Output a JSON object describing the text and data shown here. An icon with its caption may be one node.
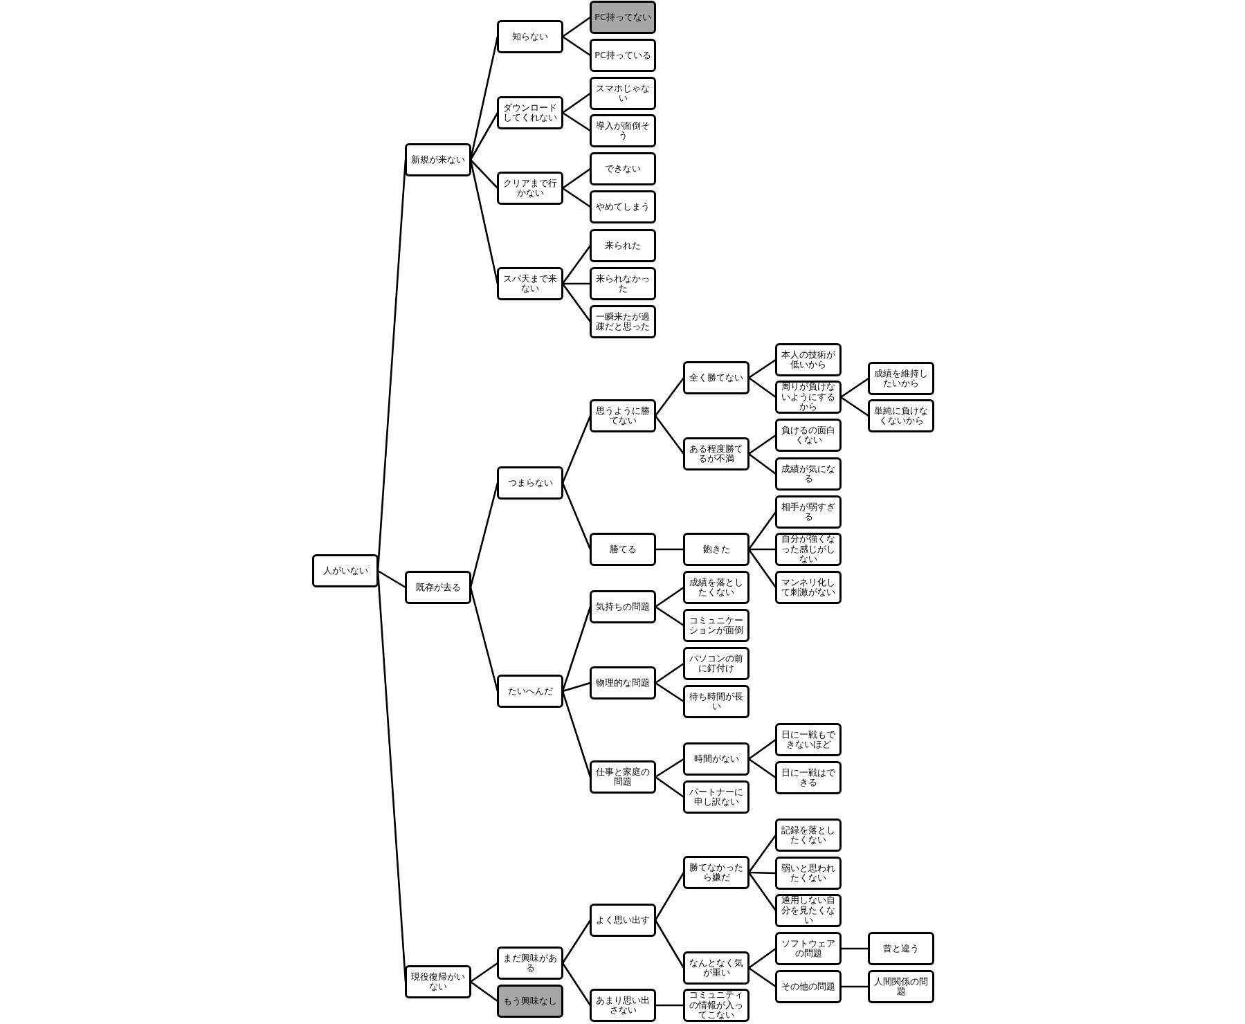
{
  "diagram": {
    "nodes": [
      {
        "text": [
          "人がいない"
        ]
      },
      {
        "text": [
          "新規が来ない"
        ]
      },
      {
        "text": [
          "知らない"
        ]
      },
      {
        "text": [
          "PC持ってない"
        ]
      },
      {
        "text": [
          "PC持っている"
        ]
      },
      {
        "text": [
          "ダウンロードしてくれない"
        ]
      },
      {
        "text": [
          "スマホじゃない"
        ]
      },
      {
        "text": [
          "導入が面倒そう"
        ]
      },
      {
        "text": [
          "クリアまで行かない"
        ]
      },
      {
        "text": [
          "できない"
        ]
      },
      {
        "text": [
          "やめてしまう"
        ]
      },
      {
        "text": [
          "スパ天まで来ない"
        ]
      },
      {
        "text": [
          "来られた"
        ]
      },
      {
        "text": [
          "来られなかった"
        ]
      },
      {
        "text": [
          "一瞬来たが過疎だと思った"
        ]
      },
      {
        "text": [
          "既存が去る"
        ]
      },
      {
        "text": [
          "つまらない"
        ]
      },
      {
        "text": [
          "思うように勝てない"
        ]
      },
      {
        "text": [
          "全く勝てない"
        ]
      },
      {
        "text": [
          "本人の技術が低いから"
        ]
      },
      {
        "text": [
          "周りが負けないようにするから"
        ]
      },
      {
        "text": [
          "成績を維持したいから"
        ]
      },
      {
        "text": [
          "単純に負けなくないから"
        ]
      },
      {
        "text": [
          "ある程度勝てるが不満"
        ]
      },
      {
        "text": [
          "負けるの面白くない"
        ]
      },
      {
        "text": [
          "成績が気になる"
        ]
      },
      {
        "text": [
          "勝てる"
        ]
      },
      {
        "text": [
          "飽きた"
        ]
      },
      {
        "text": [
          "相手が弱すぎる"
        ]
      },
      {
        "text": [
          "自分が強くなった感じがしない"
        ]
      },
      {
        "text": [
          "マンネリ化して刺激がない"
        ]
      },
      {
        "text": [
          "たいへんだ"
        ]
      },
      {
        "text": [
          "気持ちの問題"
        ]
      },
      {
        "text": [
          "成績を落としたくない"
        ]
      },
      {
        "text": [
          "コミュニケーションが面倒"
        ]
      },
      {
        "text": [
          "物理的な問題"
        ]
      },
      {
        "text": [
          "パソコンの前に釘付け"
        ]
      },
      {
        "text": [
          "待ち時間が長い"
        ]
      },
      {
        "text": [
          "仕事と家庭の問題"
        ]
      },
      {
        "text": [
          "時間がない"
        ]
      },
      {
        "text": [
          "日に一戦もできないほど"
        ]
      },
      {
        "text": [
          "日に一戦はできる"
        ]
      },
      {
        "text": [
          "パートナーに申し訳ない"
        ]
      },
      {
        "text": [
          "現役復帰がいない"
        ]
      },
      {
        "text": [
          "まだ興味がある"
        ]
      },
      {
        "text": [
          "よく思い出す"
        ]
      },
      {
        "text": [
          "勝てなかったら嫌だ"
        ]
      },
      {
        "text": [
          "記録を落としたくない"
        ]
      },
      {
        "text": [
          "弱いと思われたくない"
        ]
      },
      {
        "text": [
          "通用しない自分を見たくない"
        ]
      },
      {
        "text": [
          "なんとなく気が重い"
        ]
      },
      {
        "text": [
          "ソフトウェアの問題"
        ]
      },
      {
        "text": [
          "昔と違う"
        ]
      },
      {
        "text": [
          "その他の問題"
        ]
      },
      {
        "text": [
          "人間関係の問題"
        ]
      },
      {
        "text": [
          "あまり思い出さない"
        ]
      },
      {
        "text": [
          "コミュニティの情報が入ってこない"
        ]
      },
      {
        "text": [
          "もう興味なし"
        ]
      }
    ],
    "edges": [
      {
        "from": 0,
        "to": 1,
        "arrow": "none"
      },
      {
        "from": 1,
        "to": 2,
        "arrow": "none"
      },
      {
        "from": 2,
        "to": 3,
        "arrow": "none"
      },
      {
        "from": 2,
        "to": 4,
        "arrow": "none"
      },
      {
        "from": 1,
        "to": 5,
        "arrow": "none"
      },
      {
        "from": 5,
        "to": 6,
        "arrow": "none"
      },
      {
        "from": 5,
        "to": 7,
        "arrow": "none"
      },
      {
        "from": 1,
        "to": 8,
        "arrow": "none"
      },
      {
        "from": 8,
        "to": 9,
        "arrow": "none"
      },
      {
        "from": 8,
        "to": 10,
        "arrow": "none"
      },
      {
        "from": 1,
        "to": 11,
        "arrow": "none"
      },
      {
        "from": 11,
        "to": 12,
        "arrow": "none"
      },
      {
        "from": 11,
        "to": 13,
        "arrow": "none"
      },
      {
        "from": 11,
        "to": 14,
        "arrow": "none"
      },
      {
        "from": 0,
        "to": 15,
        "arrow": "none"
      },
      {
        "from": 15,
        "to": 16,
        "arrow": "none"
      },
      {
        "from": 16,
        "to": 17,
        "arrow": "none"
      },
      {
        "from": 17,
        "to": 18,
        "arrow": "none"
      },
      {
        "from": 18,
        "to": 19,
        "arrow": "none"
      },
      {
        "from": 18,
        "to": 20,
        "arrow": "none"
      },
      {
        "from": 20,
        "to": 21,
        "arrow": "none"
      },
      {
        "from": 20,
        "to": 22,
        "arrow": "none"
      },
      {
        "from": 17,
        "to": 23,
        "arrow": "none"
      },
      {
        "from": 23,
        "to": 24,
        "arrow": "none"
      },
      {
        "from": 23,
        "to": 25,
        "arrow": "none"
      },
      {
        "from": 16,
        "to": 26,
        "arrow": "none"
      },
      {
        "from": 26,
        "to": 27,
        "arrow": "none"
      },
      {
        "from": 27,
        "to": 28,
        "arrow": "none"
      },
      {
        "from": 27,
        "to": 29,
        "arrow": "none"
      },
      {
        "from": 27,
        "to": 30,
        "arrow": "none"
      },
      {
        "from": 15,
        "to": 31,
        "arrow": "none"
      },
      {
        "from": 31,
        "to": 32,
        "arrow": "none"
      },
      {
        "from": 32,
        "to": 33,
        "arrow": "none"
      },
      {
        "from": 32,
        "to": 34,
        "arrow": "none"
      },
      {
        "from": 31,
        "to": 35,
        "arrow": "none"
      },
      {
        "from": 35,
        "to": 36,
        "arrow": "none"
      },
      {
        "from": 35,
        "to": 37,
        "arrow": "none"
      },
      {
        "from": 31,
        "to": 38,
        "arrow": "none"
      },
      {
        "from": 38,
        "to": 39,
        "arrow": "none"
      },
      {
        "from": 39,
        "to": 40,
        "arrow": "none"
      },
      {
        "from": 39,
        "to": 41,
        "arrow": "none"
      },
      {
        "from": 38,
        "to": 42,
        "arrow": "none"
      },
      {
        "from": 0,
        "to": 43,
        "arrow": "none"
      },
      {
        "from": 43,
        "to": 44,
        "arrow": "none"
      },
      {
        "from": 44,
        "to": 45,
        "arrow": "none"
      },
      {
        "from": 45,
        "to": 46,
        "arrow": "none"
      },
      {
        "from": 46,
        "to": 47,
        "arrow": "none"
      },
      {
        "from": 46,
        "to": 48,
        "arrow": "none"
      },
      {
        "from": 46,
        "to": 49,
        "arrow": "none"
      },
      {
        "from": 45,
        "to": 50,
        "arrow": "none"
      },
      {
        "from": 50,
        "to": 51,
        "arrow": "none"
      },
      {
        "from": 51,
        "to": 52,
        "arrow": "none"
      },
      {
        "from": 50,
        "to": 53,
        "arrow": "none"
      },
      {
        "from": 53,
        "to": 54,
        "arrow": "none"
      },
      {
        "from": 44,
        "to": 55,
        "arrow": "none"
      },
      {
        "from": 55,
        "to": 56,
        "arrow": "none"
      },
      {
        "from": 43,
        "to": 57,
        "arrow": "none"
      }
    ]
  }
}
